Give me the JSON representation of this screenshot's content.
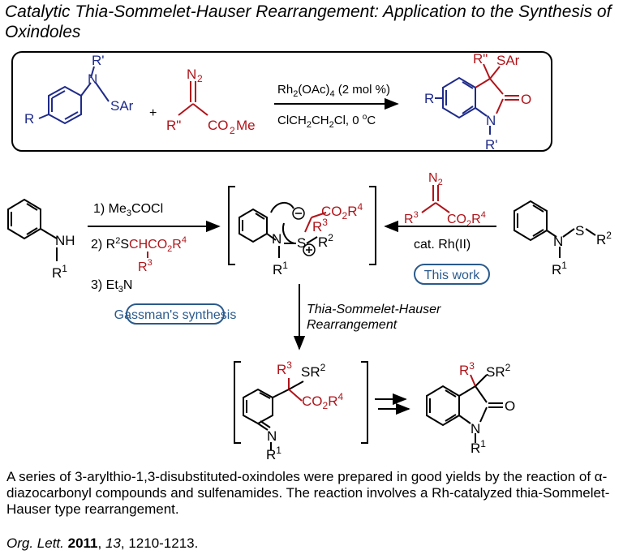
{
  "title": "Catalytic Thia-Sommelet-Hauser Rearrangement: Application to the Synthesis of Oxindoles",
  "top_scheme": {
    "reagents": "Rh2(OAc)4 (2 mol %)",
    "conditions": "ClCH2CH2Cl, 0 °C"
  },
  "gassman": {
    "steps": [
      "1) Me3COCl",
      "2) R2SCHCO2R4",
      "3) Et3N"
    ],
    "label": "Gassman's synthesis"
  },
  "this_work": {
    "catalyst": "cat. Rh(II)",
    "label": "This work"
  },
  "rearrangement_label": [
    "Thia-Sommelet-Hauser",
    "Rearrangement"
  ],
  "description": "A series of 3-arylthio-1,3-disubstituted-oxindoles were prepared in good yields by the reaction of α-diazocarbonyl compounds and sulfenamides. The reaction involves a Rh-catalyzed thia-Sommelet-Hauser type rearrangement.",
  "citation": {
    "journal": "Org. Lett.",
    "year": "2011",
    "volume": "13",
    "pages": "1210-1213."
  },
  "colors": {
    "blue": "#1f2b8a",
    "red": "#b0141a",
    "badge": "#2a5a8c"
  }
}
